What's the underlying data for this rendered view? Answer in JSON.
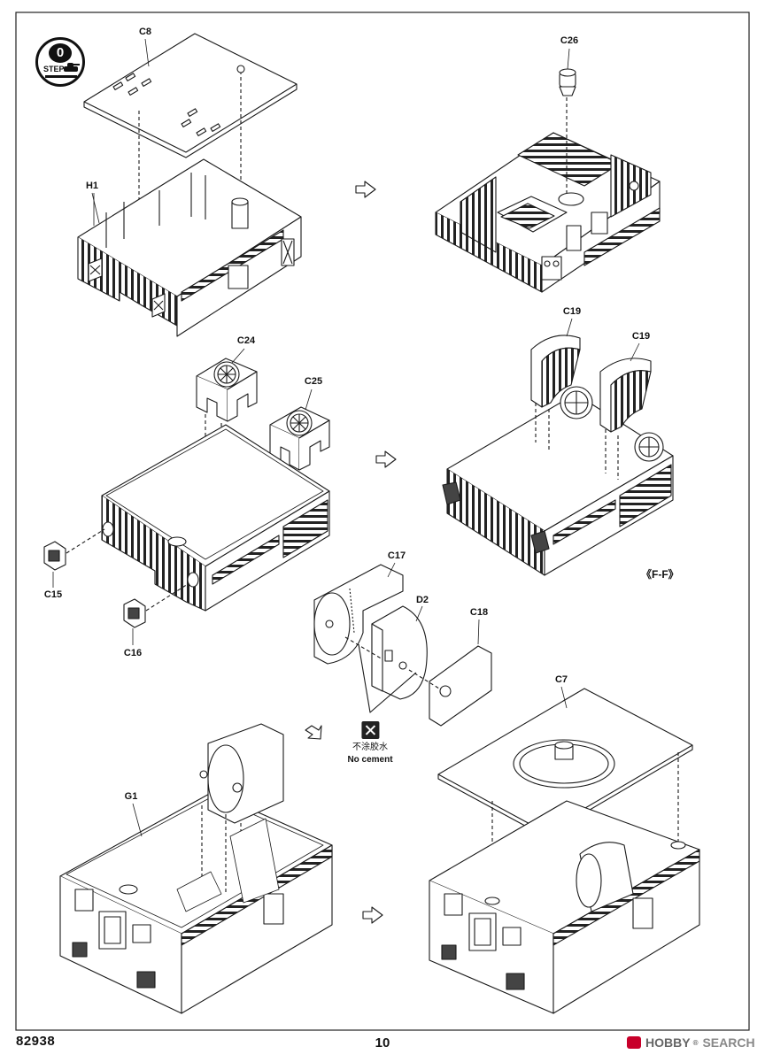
{
  "step": {
    "number": "0",
    "word": "STEP"
  },
  "parts": {
    "c8": "C8",
    "h1": "H1",
    "c26": "C26",
    "c24": "C24",
    "c25": "C25",
    "c19a": "C19",
    "c19b": "C19",
    "c15": "C15",
    "c16": "C16",
    "c17": "C17",
    "d2": "D2",
    "c18": "C18",
    "c7": "C7",
    "g1": "G1"
  },
  "ff_label": "《F-F》",
  "no_cement": {
    "cn": "不涂胶水",
    "en": "No cement",
    "icon": "no-cement-icon"
  },
  "footer": {
    "product_code": "82938",
    "page_number": "10"
  },
  "watermark": {
    "brand": "HOBBY",
    "service": "SEARCH"
  },
  "colors": {
    "line": "#1a1a1a",
    "shade": "#e6e6e6",
    "paper": "#ffffff"
  }
}
